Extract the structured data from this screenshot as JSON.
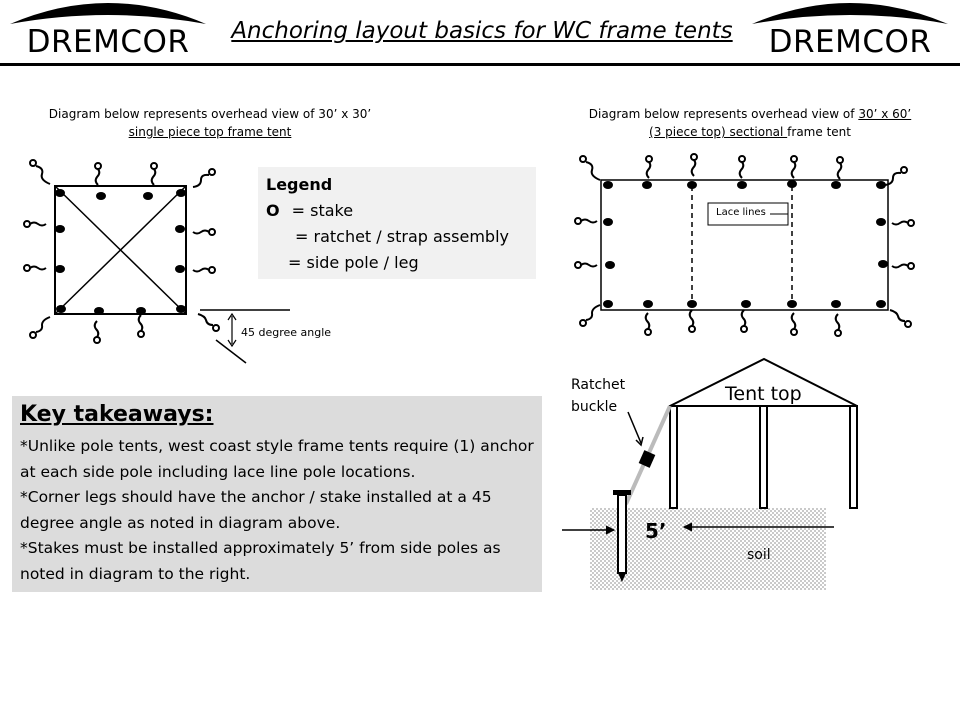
{
  "header": {
    "brand_left": "DREMCOR",
    "brand_right": "DREMCOR",
    "title": "Anchoring layout basics for WC frame tents"
  },
  "left_diagram": {
    "caption_line1": "Diagram below represents overhead view of 30’ x 30’",
    "caption_line2": "single piece top frame tent",
    "angle_label": "45 degree angle"
  },
  "right_diagram": {
    "caption_prefix": "Diagram below represents overhead view of ",
    "caption_size": "30’ x 60’",
    "caption_line2_u": "(3 piece top)  sectional ",
    "caption_line2_rest": "frame tent",
    "lace_label": "Lace lines"
  },
  "legend": {
    "title": "Legend",
    "stake_symbol": "O",
    "stake_text": "= stake",
    "ratchet_text": "= ratchet / strap assembly",
    "pole_text": "= side pole / leg"
  },
  "takeaways": {
    "title": "Key takeaways:",
    "line1": "*Unlike pole tents, west coast style frame tents require (1) anchor at each side pole including lace line pole locations.",
    "line2": "*Corner  legs should have the anchor / stake installed at a 45 degree  angle as noted in diagram above.",
    "line3": "*Stakes must be installed approximately 5’ from side poles as noted in diagram to the right."
  },
  "side_view": {
    "ratchet_label_1": "Ratchet",
    "ratchet_label_2": "buckle",
    "tent_top": "Tent top",
    "distance": "5’",
    "soil": "soil"
  }
}
